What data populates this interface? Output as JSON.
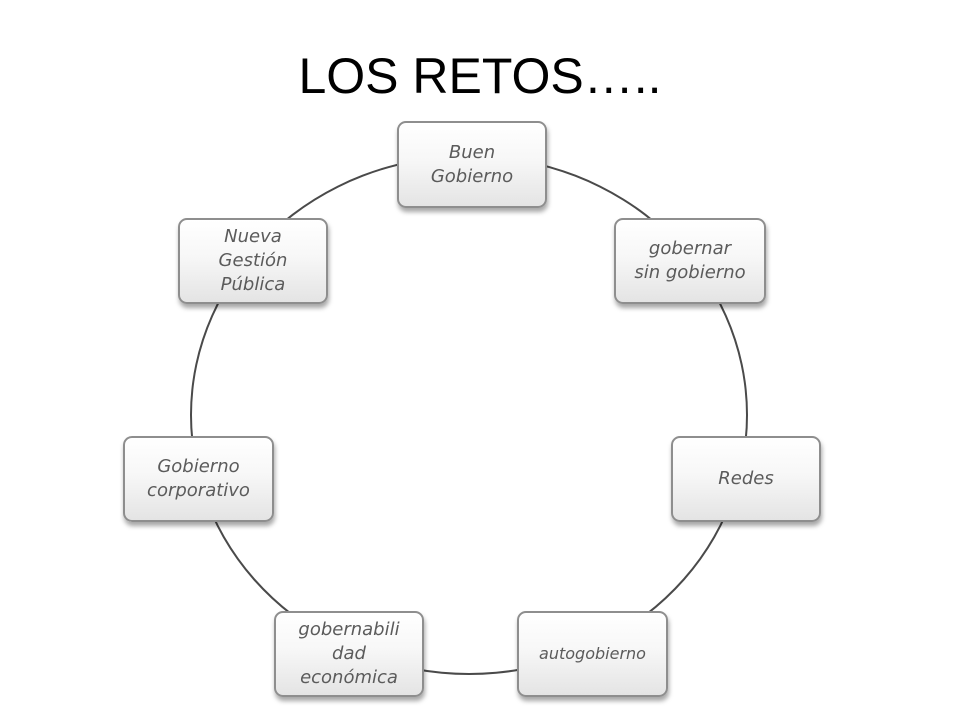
{
  "slide": {
    "title": "LOS RETOS….."
  },
  "diagram": {
    "nodes": [
      {
        "label": "Buen\nGobierno"
      },
      {
        "label": "gobernar\nsin gobierno"
      },
      {
        "label": "Redes"
      },
      {
        "label": "autogobierno"
      },
      {
        "label": "gobernabili\ndad\neconómica"
      },
      {
        "label": "Gobierno\ncorporativo"
      },
      {
        "label": "Nueva\nGestión\nPública"
      }
    ]
  }
}
